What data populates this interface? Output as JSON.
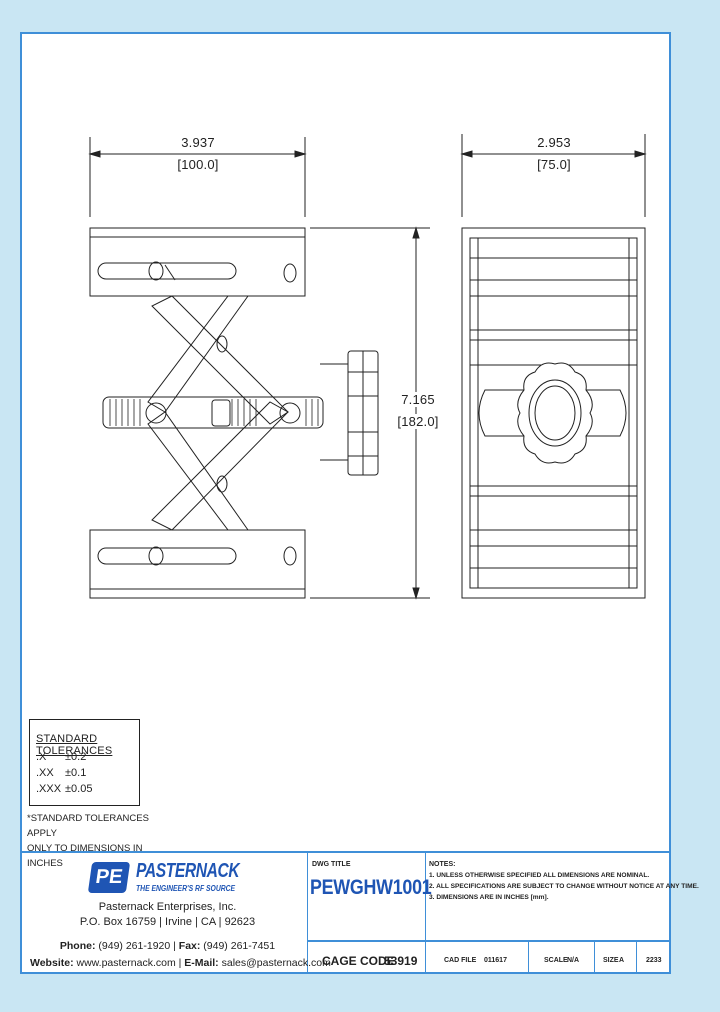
{
  "drawing": {
    "dim_width_in": "3.937",
    "dim_width_mm": "[100.0]",
    "dim_depth_in": "2.953",
    "dim_depth_mm": "[75.0]",
    "dim_height_in": "7.165",
    "dim_height_mm": "[182.0]"
  },
  "tolerances": {
    "title": "STANDARD  TOLERANCES",
    "rows": [
      {
        "place": ".X",
        "value": "±0.2"
      },
      {
        "place": ".XX",
        "value": "±0.1"
      },
      {
        "place": ".XXX",
        "value": "±0.05"
      }
    ],
    "note_line1": "*STANDARD TOLERANCES APPLY",
    "note_line2": "ONLY TO DIMENSIONS IN INCHES"
  },
  "company": {
    "logo_mark": "PE",
    "logo_name": "PASTERNACK",
    "logo_tagline": "THE ENGINEER'S RF SOURCE",
    "name": "Pasternack Enterprises, Inc.",
    "address": "P.O. Box 16759 | Irvine | CA | 92623",
    "phone_label": "Phone:",
    "phone": "(949) 261-1920",
    "fax_label": "Fax:",
    "fax": "(949) 261-7451",
    "website_label": "Website:",
    "website": "www.pasternack.com",
    "email_label": "E-Mail:",
    "email": "sales@pasternack.com"
  },
  "title_block": {
    "dwg_title_label": "DWG TITLE",
    "part_number": "PEWGHW1001",
    "notes_label": "NOTES:",
    "notes": [
      "1.  UNLESS OTHERWISE SPECIFIED ALL DIMENSIONS ARE NOMINAL.",
      "2.  ALL SPECIFICATIONS ARE SUBJECT TO CHANGE WITHOUT NOTICE AT ANY TIME.",
      "3.  DIMENSIONS ARE IN INCHES [mm]."
    ],
    "cage_label": "CAGE CODE",
    "cage_code": "53919",
    "cad_label": "CAD FILE",
    "cad_file": "011617",
    "scale_label": "SCALE",
    "scale": "N/A",
    "size_label": "SIZE",
    "size": "A",
    "sheet_no": "2233"
  }
}
